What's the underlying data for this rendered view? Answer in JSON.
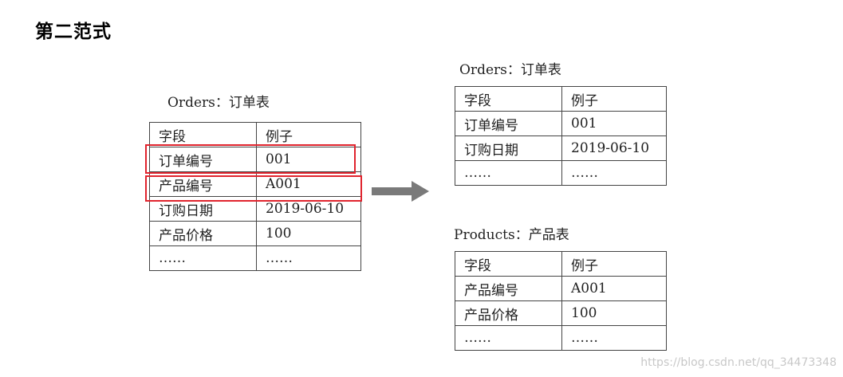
{
  "heading": "第二范式",
  "left": {
    "caption": "Orders：订单表",
    "rows": [
      [
        "字段",
        "例子"
      ],
      [
        "订单编号",
        "001"
      ],
      [
        "产品编号",
        "A001"
      ],
      [
        "订购日期",
        "2019-06-10"
      ],
      [
        "产品价格",
        "100"
      ],
      [
        "……",
        "……"
      ]
    ],
    "highlighted_rows": [
      "订单编号",
      "产品编号"
    ],
    "highlight_color": "#e0242e"
  },
  "arrow": {
    "icon": "right-arrow-icon",
    "color": "#7a7a7a"
  },
  "right_orders": {
    "caption": "Orders：订单表",
    "rows": [
      [
        "字段",
        "例子"
      ],
      [
        "订单编号",
        "001"
      ],
      [
        "订购日期",
        "2019-06-10"
      ],
      [
        "……",
        "……"
      ]
    ]
  },
  "right_products": {
    "caption": "Products：产品表",
    "rows": [
      [
        "字段",
        "例子"
      ],
      [
        "产品编号",
        "A001"
      ],
      [
        "产品价格",
        "100"
      ],
      [
        "……",
        "……"
      ]
    ]
  },
  "watermark": "https://blog.csdn.net/qq_34473348"
}
